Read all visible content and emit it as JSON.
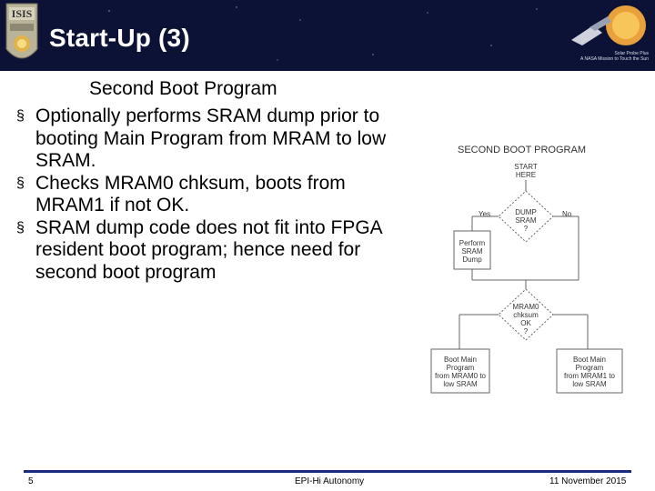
{
  "header": {
    "title": "Start-Up (3)",
    "logo_text": "ISIS",
    "mission_caption_1": "Solar Probe Plus",
    "mission_caption_2": "A NASA Mission to Touch the Sun"
  },
  "content": {
    "subtitle": "Second Boot Program",
    "bullet_marker": "§",
    "bullets": [
      "Optionally performs SRAM dump prior to booting Main Program from MRAM to low SRAM.",
      "Checks MRAM0 chksum, boots from MRAM1 if not OK.",
      "SRAM dump code does not fit into FPGA resident boot program; hence need for second boot program"
    ]
  },
  "flowchart": {
    "title": "SECOND BOOT PROGRAM",
    "start_line1": "START",
    "start_line2": "HERE",
    "dump_line1": "DUMP",
    "dump_line2": "SRAM",
    "dump_line3": "?",
    "yes_label": "Yes",
    "no_label": "No",
    "perform_line1": "Perform",
    "perform_line2": "SRAM",
    "perform_line3": "Dump",
    "chk_line1": "MRAM0",
    "chk_line2": "chksum",
    "chk_line3": "OK",
    "chk_line4": "?",
    "boot0_line1": "Boot Main",
    "boot0_line2": "Program",
    "boot0_line3": "from MRAM0 to",
    "boot0_line4": "low SRAM",
    "boot1_line1": "Boot Main",
    "boot1_line2": "Program",
    "boot1_line3": "from MRAM1 to",
    "boot1_line4": "low SRAM"
  },
  "footer": {
    "page_number": "5",
    "center": "EPI-Hi Autonomy",
    "date": "11 November 2015"
  },
  "colors": {
    "header_bg": "#0c1236",
    "footer_rule": "#1a2a80"
  }
}
